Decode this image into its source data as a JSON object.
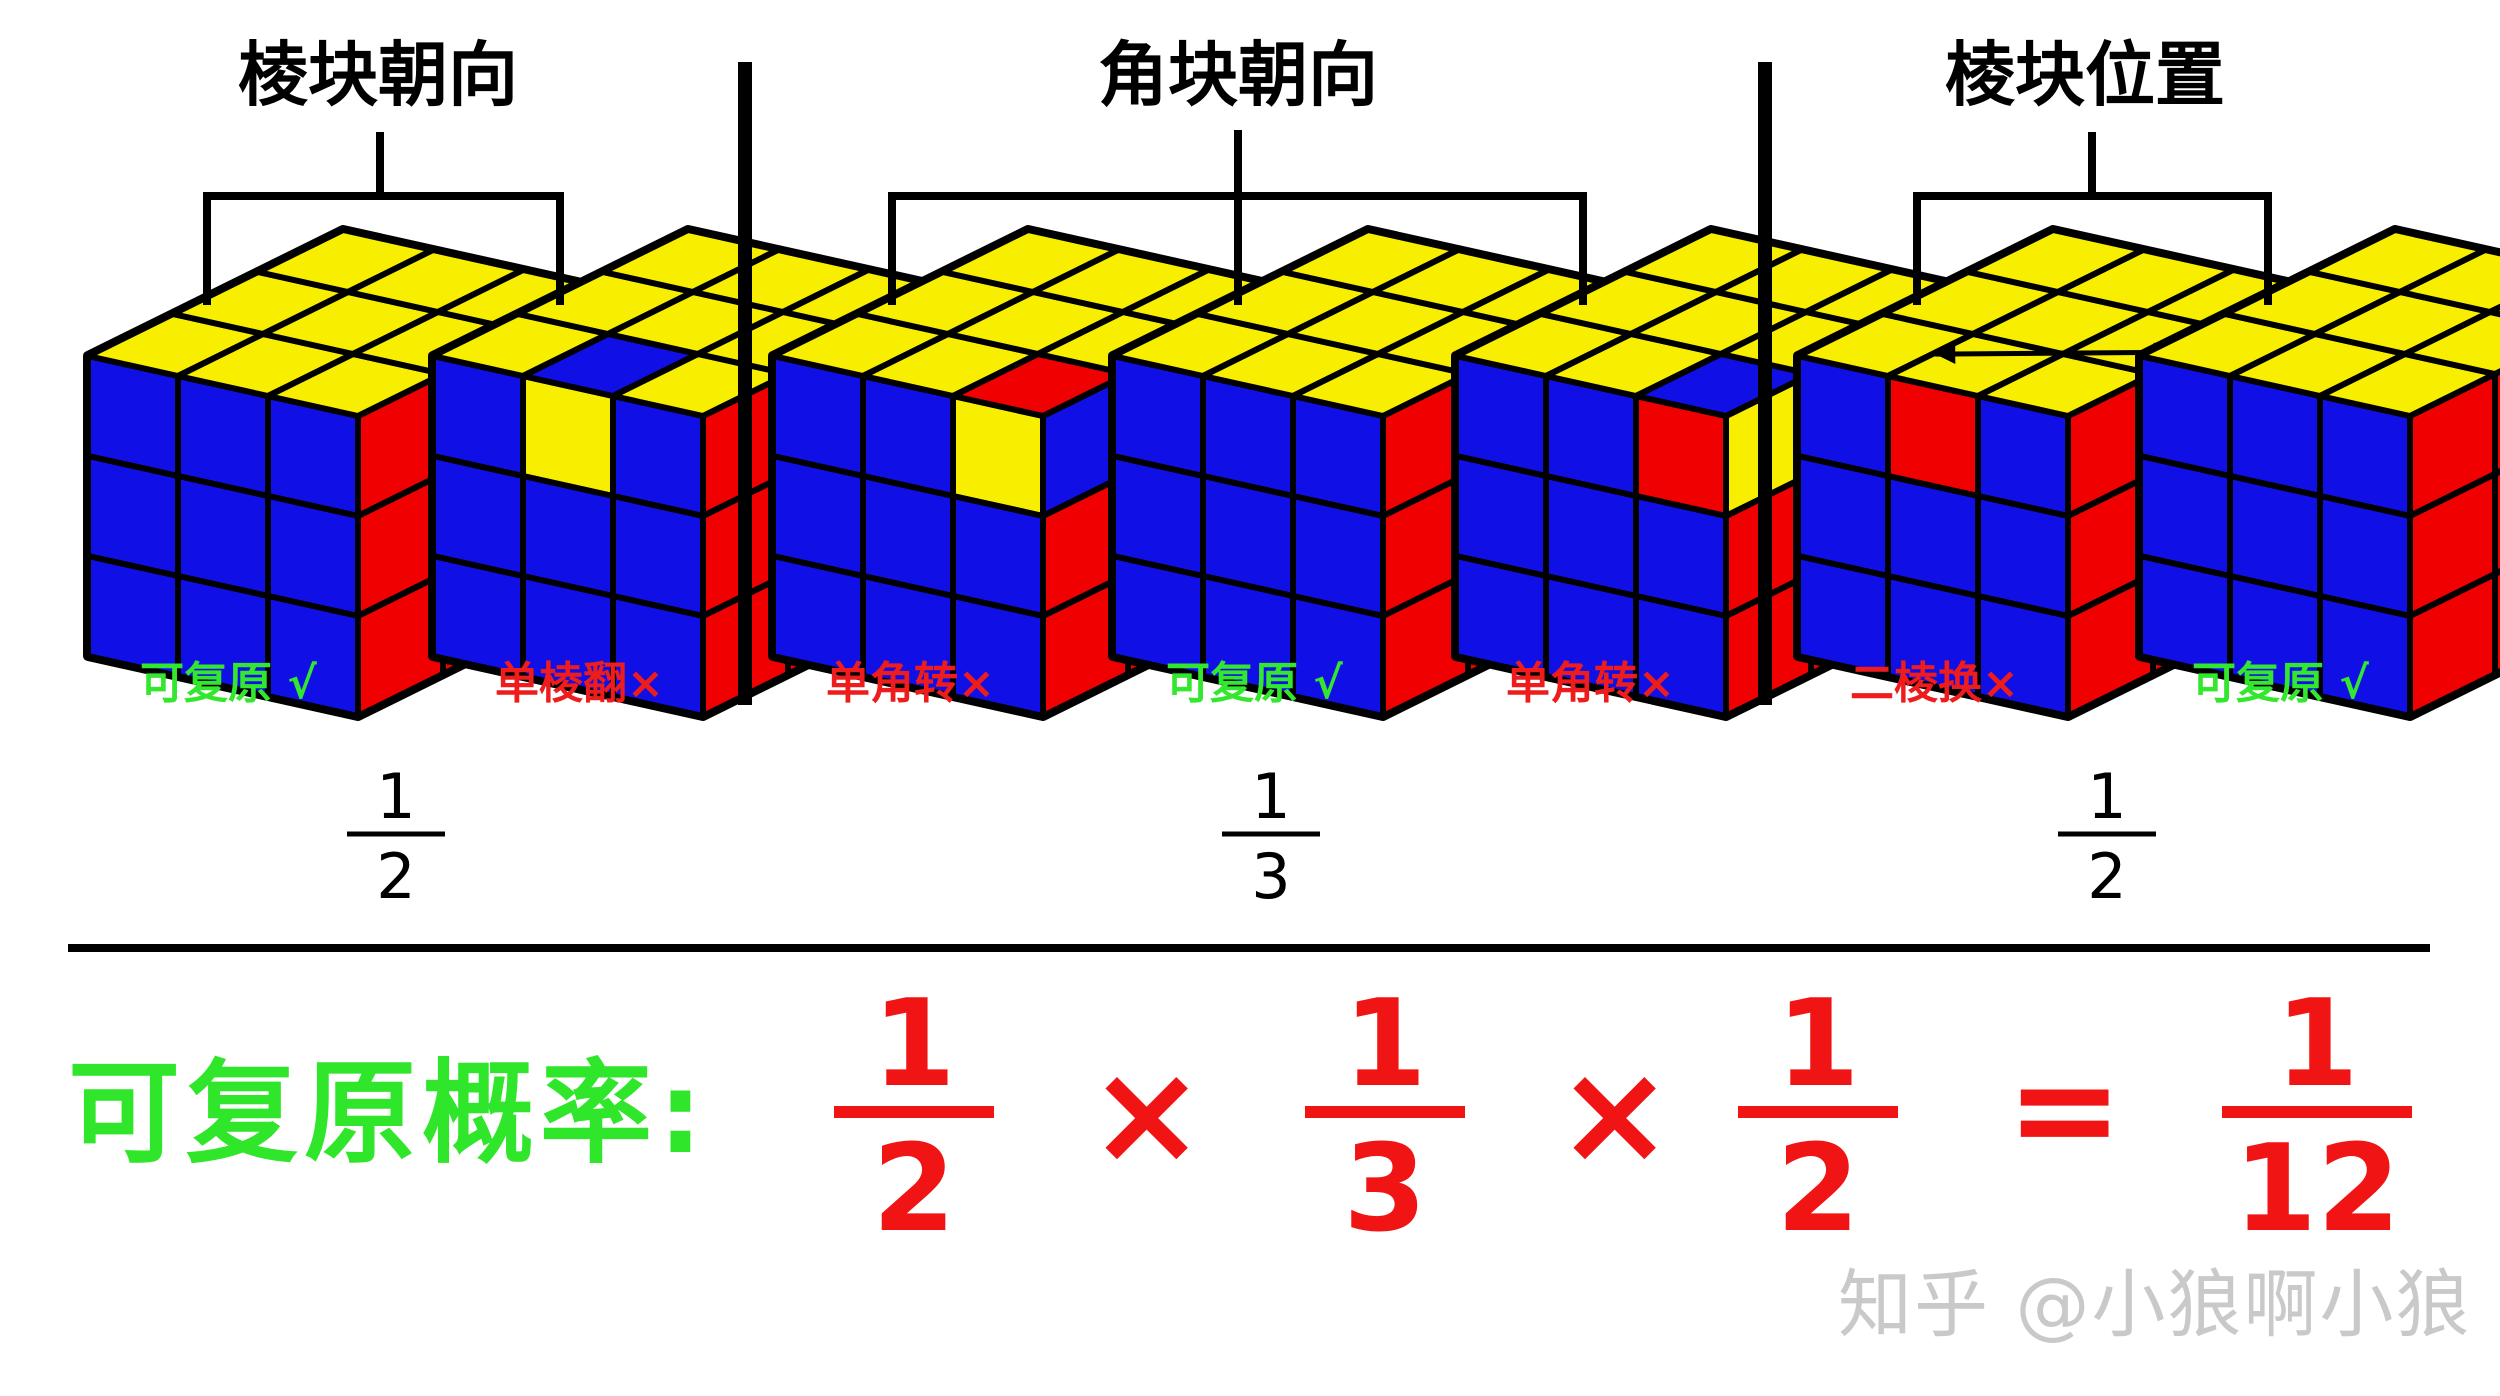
{
  "headings": [
    "棱块朝向",
    "角块朝向",
    "棱块位置"
  ],
  "captions": [
    {
      "text": "可复原 √",
      "status": "ok"
    },
    {
      "text": "单棱翻×",
      "status": "bad"
    },
    {
      "text": "单角转×",
      "status": "bad"
    },
    {
      "text": "可复原 √",
      "status": "ok"
    },
    {
      "text": "单角转×",
      "status": "bad"
    },
    {
      "text": "二棱换×",
      "status": "bad"
    },
    {
      "text": "可复原 √",
      "status": "ok"
    }
  ],
  "section_fractions": [
    {
      "num": "1",
      "den": "2"
    },
    {
      "num": "1",
      "den": "3"
    },
    {
      "num": "1",
      "den": "2"
    }
  ],
  "formula": {
    "label": "可复原概率:",
    "terms": [
      {
        "num": "1",
        "den": "2"
      },
      {
        "num": "1",
        "den": "3"
      },
      {
        "num": "1",
        "den": "2"
      }
    ],
    "operators": [
      "×",
      "×",
      "="
    ],
    "result": {
      "num": "1",
      "den": "12"
    }
  },
  "watermark": "知乎 @小狼啊小狼",
  "colors": {
    "yellow": "#f8ef00",
    "blue": "#1010e6",
    "red": "#f00000",
    "ok_green": "#33e62e",
    "bad_red": "#ee1c1c",
    "formula_red": "#f01414",
    "formula_green": "#2fe62b"
  },
  "cubes": [
    {
      "name": "cube-solved-1"
    },
    {
      "name": "cube-edge-flip",
      "defect": "edge-flip"
    },
    {
      "name": "cube-corner-twist-1",
      "defect": "corner-twist-a"
    },
    {
      "name": "cube-solved-2"
    },
    {
      "name": "cube-corner-twist-2",
      "defect": "corner-twist-b"
    },
    {
      "name": "cube-edge-swap",
      "defect": "edge-swap"
    },
    {
      "name": "cube-solved-3"
    }
  ]
}
